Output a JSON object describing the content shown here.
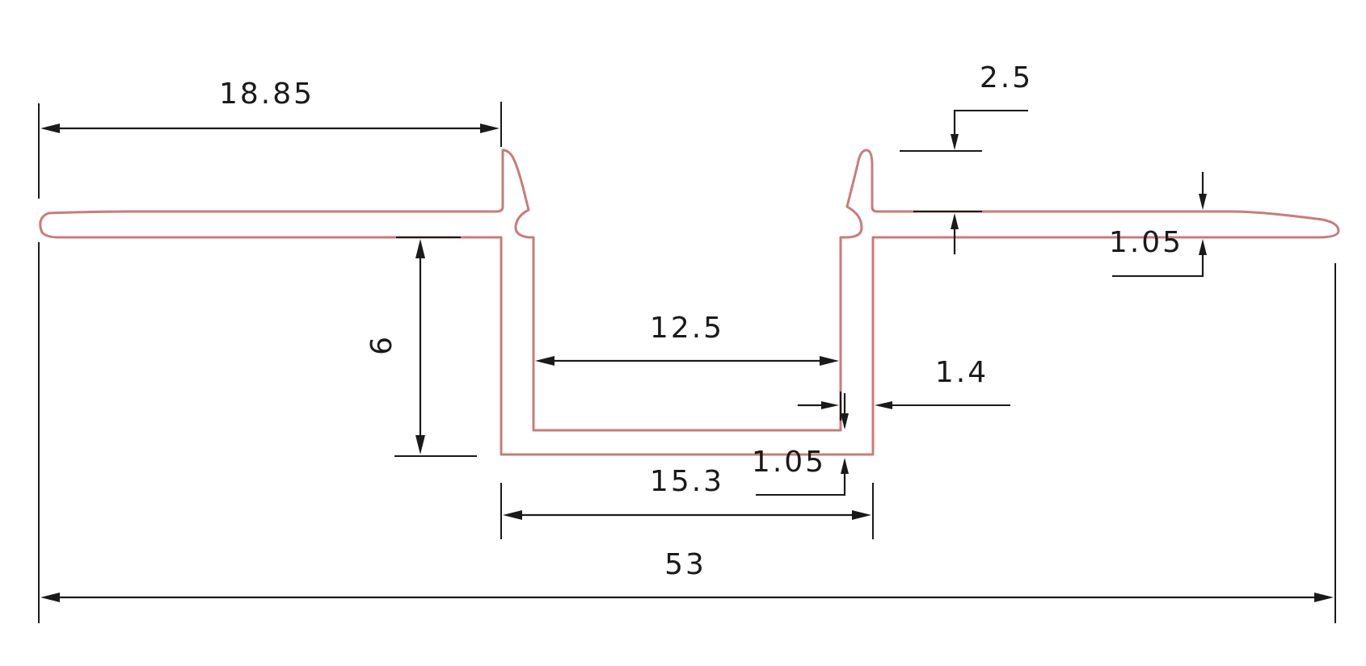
{
  "diagram": {
    "colors": {
      "profile": "#c97b7b",
      "dimension": "#1a1a1a",
      "background": "#ffffff"
    },
    "dimensions": {
      "left_flange_width": "18.85",
      "lip_height": "2.5",
      "flange_thickness_right": "1.05",
      "channel_depth": "9",
      "inner_width": "12.5",
      "wall_thickness": "1.4",
      "bottom_thickness": "1.05",
      "outer_channel_width": "15.3",
      "overall_width": "53"
    }
  }
}
